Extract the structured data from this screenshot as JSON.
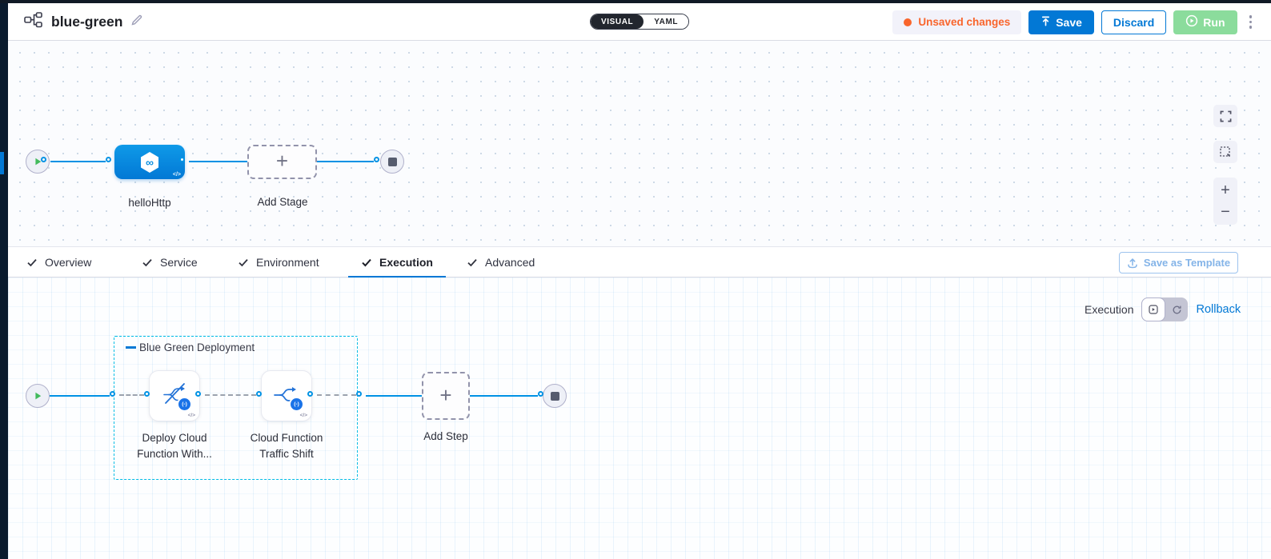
{
  "header": {
    "title": "blue-green",
    "mode": {
      "visual": "VISUAL",
      "yaml": "YAML"
    },
    "unsaved": "Unsaved changes",
    "save": "Save",
    "discard": "Discard",
    "run": "Run"
  },
  "stage_canvas": {
    "stage_label": "helloHttp",
    "add_stage_label": "Add Stage"
  },
  "tabs": {
    "items": [
      {
        "label": "Overview"
      },
      {
        "label": "Service"
      },
      {
        "label": "Environment"
      },
      {
        "label": "Execution",
        "active": true
      },
      {
        "label": "Advanced"
      }
    ],
    "save_as_template": "Save as Template"
  },
  "execution": {
    "mode_label": "Execution",
    "rollback_label": "Rollback",
    "group_label": "Blue Green Deployment",
    "steps": [
      {
        "label": "Deploy Cloud Function With..."
      },
      {
        "label": "Cloud Function Traffic Shift"
      }
    ],
    "add_step_label": "Add Step"
  },
  "icons": {
    "plus": "+",
    "minus": "−",
    "code": "</>",
    "infinity": "∞",
    "function_badge": "(-)"
  },
  "colors": {
    "accent": "#0278d5",
    "flow": "#0092e4",
    "orange": "#f9652c",
    "rungreen": "#8bdc9c",
    "cyan": "#00bce4",
    "badge": "#1a73e8",
    "play": "#42ba5c"
  }
}
